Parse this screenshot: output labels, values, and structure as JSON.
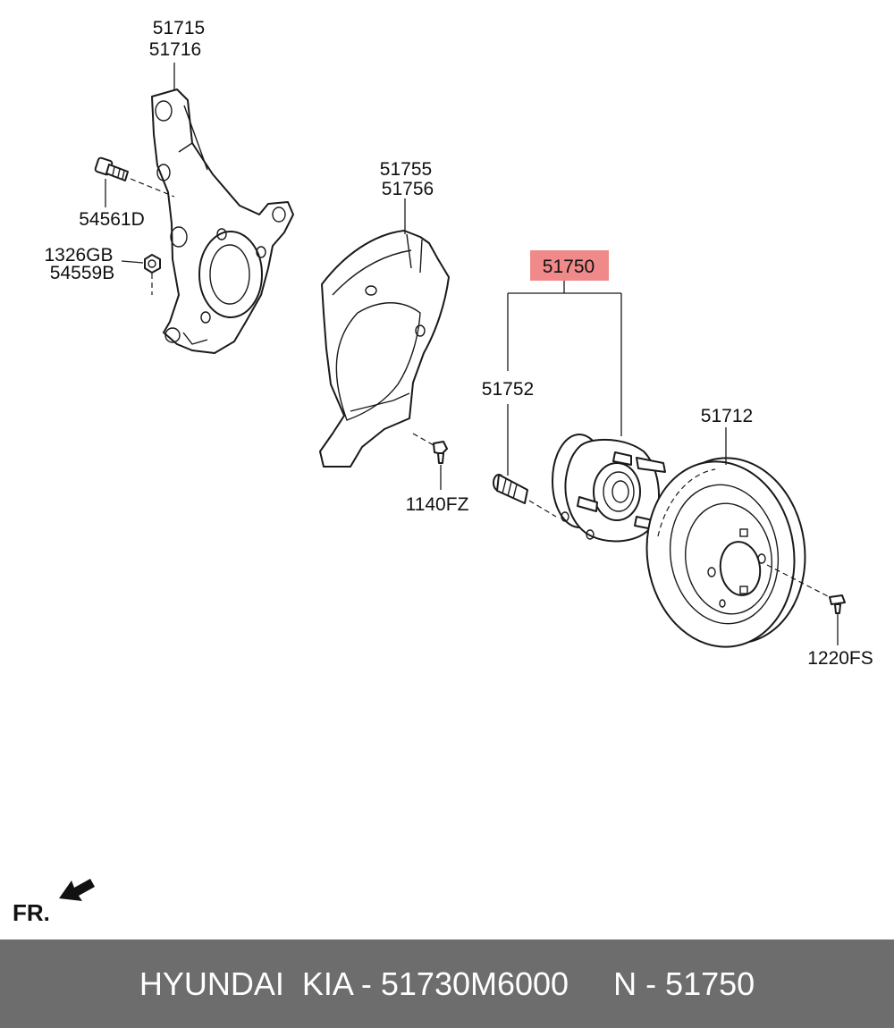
{
  "labels": {
    "knuckle_a": "51715",
    "knuckle_b": "51716",
    "bolt": "54561D",
    "nut_a": "1326GB",
    "nut_b": "54559B",
    "shield_a": "51755",
    "shield_b": "51756",
    "shield_screw": "1140FZ",
    "hub_assembly": "51750",
    "hub_bolt": "51752",
    "disc": "51712",
    "disc_screw": "1220FS",
    "front_marker": "FR."
  },
  "colors": {
    "highlight": "#f08a8a",
    "footer_bg": "#6d6d6d",
    "footer_text": "#ffffff"
  },
  "footer": {
    "brand": "HYUNDAI  KIA - 51730M6000",
    "ref": "N - 51750"
  }
}
